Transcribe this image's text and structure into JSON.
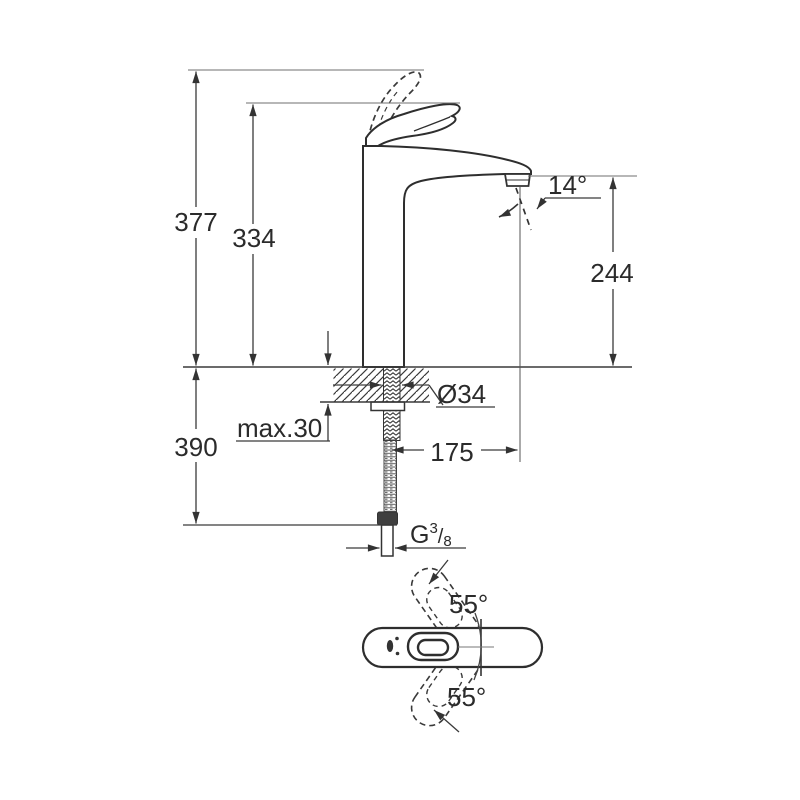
{
  "drawing": {
    "background_color": "#ffffff",
    "line_color": "#333333",
    "extension_line_color": "#6f6f6f",
    "labels": {
      "total_height": "377",
      "lever_tip_height": "334",
      "spout_outlet_height": "244",
      "spray_angle": "14°",
      "shank_diameter": "Ø34",
      "max_deck_thickness": "max.30",
      "spout_reach": "175",
      "below_deck_length": "390",
      "thread_prefix": "G",
      "thread_numerator": "3",
      "thread_slash": "/",
      "thread_denominator": "8",
      "handle_swing_upper": "55°",
      "handle_swing_lower": "55°"
    }
  }
}
